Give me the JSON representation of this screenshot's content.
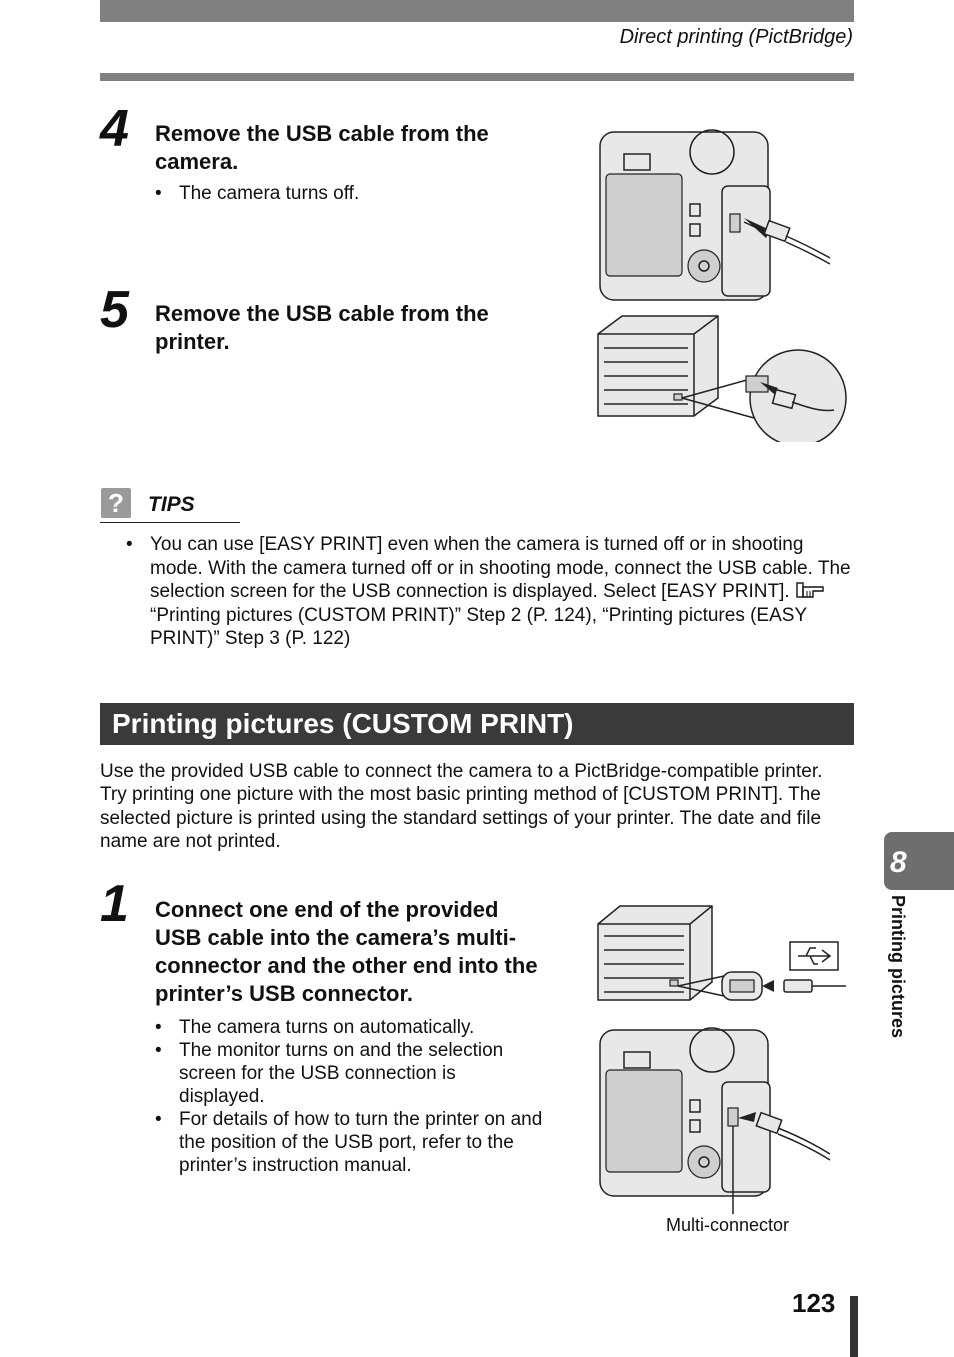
{
  "header": {
    "title": "Direct printing (PictBridge)"
  },
  "steps": [
    {
      "number": "4",
      "title": "Remove the USB cable from the camera.",
      "bullets": [
        "The camera turns off."
      ]
    },
    {
      "number": "5",
      "title": "Remove the USB cable from the printer.",
      "bullets": []
    }
  ],
  "tips": {
    "icon": "?",
    "label": "TIPS",
    "text": "You can use [EASY PRINT] even when the camera is turned off or in shooting mode. With the camera turned off or in shooting mode, connect the USB cable. The selection screen for the USB connection is displayed. Select [EASY PRINT].",
    "reference_icon": "reference-hand-icon",
    "reference": "“Printing pictures (CUSTOM PRINT)” Step 2 (P. 124), “Printing pictures (EASY PRINT)” Step 3 (P. 122)"
  },
  "section": {
    "title": "Printing pictures (CUSTOM PRINT)",
    "intro": [
      "Use the provided USB cable to connect the camera to a PictBridge-compatible printer.",
      "Try printing one picture with the most basic printing method of [CUSTOM PRINT]. The selected picture is printed using the standard settings of your printer. The date and file name are not printed."
    ]
  },
  "step1": {
    "number": "1",
    "title": "Connect one end of the provided USB cable into the camera’s multi-connector and the other end into the printer’s USB connector.",
    "bullets": [
      "The camera turns on automatically.",
      "The monitor turns on and the selection screen for the USB connection is displayed.",
      "For details of how to turn the printer on and the position of the USB port, refer to the printer’s instruction manual."
    ],
    "caption": "Multi-connector"
  },
  "side_tab": {
    "number": "8",
    "label": "Printing pictures"
  },
  "footer": {
    "page_number": "123"
  },
  "colors": {
    "bar": "#808080",
    "section_bg": "#3a3a3a",
    "tab": "#6e6e6e"
  }
}
